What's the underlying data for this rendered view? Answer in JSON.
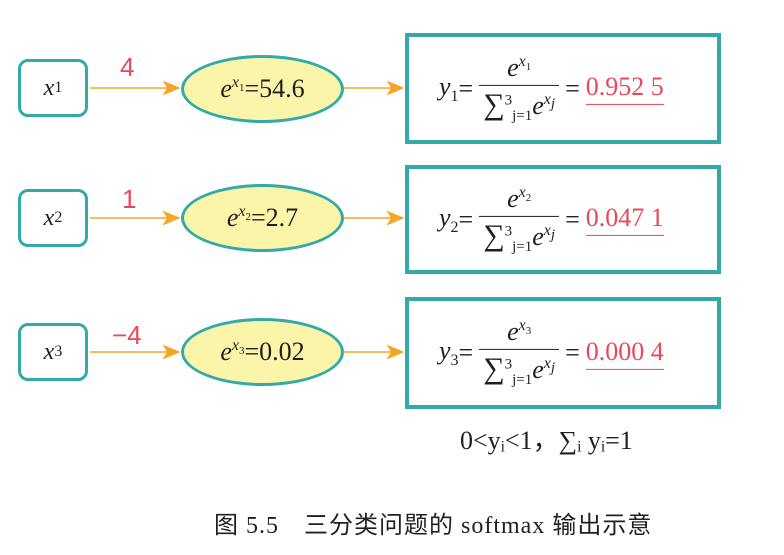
{
  "rows": [
    {
      "input": "x",
      "idx": "1",
      "weight": "4",
      "exp_value": "=54.6",
      "output_sub": "1",
      "result": "0.952 5"
    },
    {
      "input": "x",
      "idx": "2",
      "weight": "1",
      "exp_value": "=2.7",
      "output_sub": "2",
      "result": "0.047 1"
    },
    {
      "input": "x",
      "idx": "3",
      "weight": "−4",
      "exp_value": "=0.02",
      "output_sub": "3",
      "result": "0.000 4"
    }
  ],
  "formula": {
    "y": "y",
    "eq": "=",
    "e": "e",
    "x": "x",
    "sigma": "∑",
    "upper": "3",
    "lower": "j=1",
    "j": "j"
  },
  "condition": "0<yᵢ<1，∑ᵢ yᵢ=1",
  "caption": "图 5.5　三分类问题的 softmax 输出示意",
  "colors": {
    "teal": "#33a9a9",
    "arrow": "#f5a623",
    "red": "#e8485a",
    "ellipse": "#fbf5a9"
  }
}
